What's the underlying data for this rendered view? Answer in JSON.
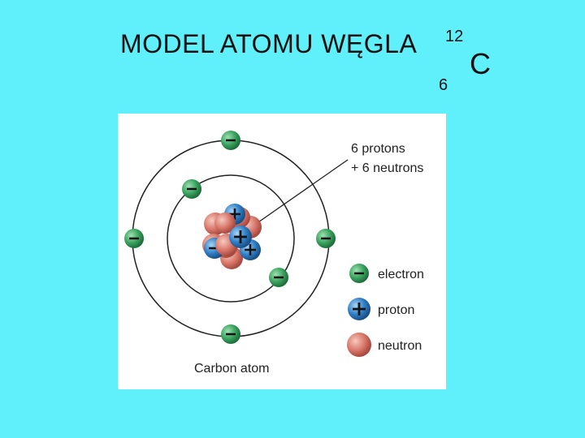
{
  "title": "MODEL ATOMU WĘGLA",
  "isotope": {
    "mass_number": "12",
    "atomic_number": "6",
    "symbol": "C"
  },
  "diagram": {
    "nucleus_label_line1": "6 protons",
    "nucleus_label_line2": "+ 6 neutrons",
    "caption": "Carbon atom",
    "legend": [
      {
        "name": "electron",
        "color": "#3aa35e"
      },
      {
        "name": "proton",
        "color": "#2f7fc6"
      },
      {
        "name": "neutron",
        "color": "#d9776a"
      }
    ]
  },
  "colors": {
    "background": "#5ff0fb",
    "electron": "#3aa35e",
    "proton": "#2f7fc6",
    "neutron": "#d9776a"
  },
  "icons": {
    "electron": "minus-sign-in-green-sphere",
    "proton": "plus-sign-in-blue-sphere",
    "neutron": "red-sphere"
  }
}
